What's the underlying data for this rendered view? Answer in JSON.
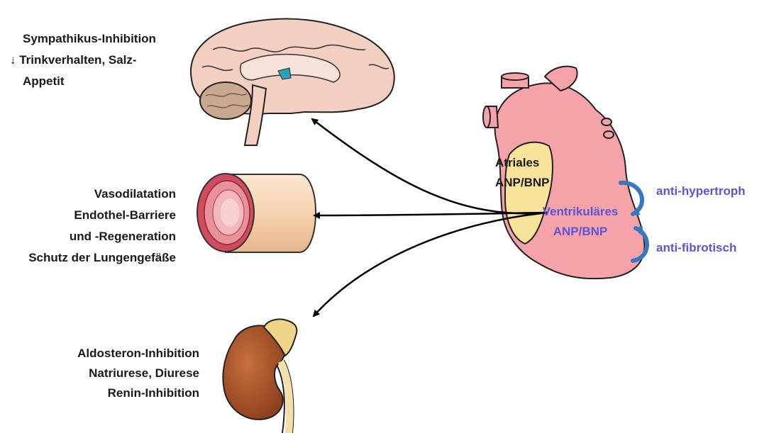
{
  "brain": {
    "line1": "Sympathikus-Inhibition",
    "arrow_glyph": "↓",
    "line2": "Trinkverhalten, Salz-",
    "line3": "Appetit"
  },
  "vessel": {
    "lines": [
      "Vasodilatation",
      "Endothel-Barriere",
      "und -Regeneration",
      "Schutz der Lungengefäße"
    ]
  },
  "kidney": {
    "lines": [
      "Aldosteron-Inhibition",
      "Natriurese, Diurese",
      "Renin-Inhibition"
    ]
  },
  "heart": {
    "atrial_line1": "Atriales",
    "atrial_line2": "ANP/BNP",
    "ventricular_line1": "Ventrikuläres",
    "ventricular_line2": "ANP/BNP",
    "effect1": "anti-hypertroph",
    "effect2": "anti-fibrotisch"
  },
  "colors": {
    "heart": "#f5a3a8",
    "atrium": "#f7e39a",
    "brain": "#f3cfc2",
    "kidney": "#a8512a",
    "vessel_outer": "#f6d3b0",
    "vessel_lumen": "#e2848d",
    "accent_blue": "#3a77c0",
    "label_blue": "#5a55d6"
  }
}
